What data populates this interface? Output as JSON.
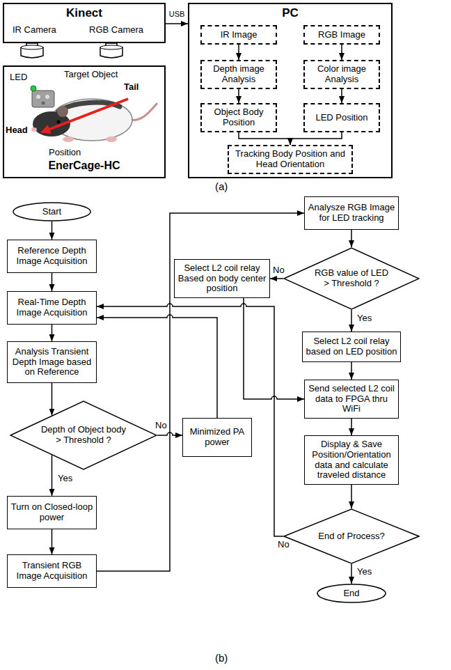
{
  "diagram": {
    "nodes": [
      {
        "text": [
          "Kinect",
          "IR Camera",
          "RGB Camera"
        ]
      },
      {
        "text": [
          "EnerCage-HC"
        ]
      },
      {
        "text": [
          "PC"
        ]
      },
      {
        "text": [
          "IR Image"
        ],
        "in": 2
      },
      {
        "text": [
          "RGB Image"
        ],
        "in": 2
      },
      {
        "text": [
          "Depth image Analysis"
        ],
        "in": 2
      },
      {
        "text": [
          "Color image Analysis"
        ],
        "in": 2
      },
      {
        "text": [
          "Object Body Position"
        ],
        "in": 2
      },
      {
        "text": [
          "LED Position"
        ],
        "in": 2
      },
      {
        "text": [
          "Tracking Body Position and Head Orientation"
        ],
        "in": 2
      },
      {
        "text": [
          "Start"
        ]
      },
      {
        "text": [
          "Reference Depth Image Acquisition"
        ]
      },
      {
        "text": [
          "Real-Time Depth Image Acquisition"
        ]
      },
      {
        "text": [
          "Analysis Transient Depth Image based on Reference"
        ]
      },
      {
        "text": [
          "Depth of Object body > Threshold ?"
        ]
      },
      {
        "text": [
          "Turn on Closed-loop power"
        ]
      },
      {
        "text": [
          "Transient RGB Image Acquisition"
        ]
      },
      {
        "text": [
          "Minimized PA power"
        ]
      },
      {
        "text": [
          "Analysze RGB Image for LED tracking"
        ]
      },
      {
        "text": [
          "RGB value of LED > Threshold ?"
        ]
      },
      {
        "text": [
          "Select L2 coil relay Based on body center position"
        ]
      },
      {
        "text": [
          "Select L2 coil relay based on LED position"
        ]
      },
      {
        "text": [
          "Send selected L2 coil data to FPGA thru WiFi"
        ]
      },
      {
        "text": [
          "Display & Save Position/Orientation data and calculate traveled distance"
        ]
      },
      {
        "text": [
          "End of Process?"
        ]
      },
      {
        "text": [
          "End"
        ]
      }
    ],
    "edges": [
      {
        "from": 0,
        "to": 2,
        "label": "USB",
        "arrow": "to"
      },
      {
        "from": 3,
        "to": 5,
        "arrow": "to"
      },
      {
        "from": 4,
        "to": 6,
        "arrow": "to"
      },
      {
        "from": 5,
        "to": 7,
        "arrow": "to"
      },
      {
        "from": 6,
        "to": 8,
        "arrow": "to"
      },
      {
        "from": 7,
        "to": 9,
        "arrow": "to"
      },
      {
        "from": 8,
        "to": 9,
        "arrow": "to"
      },
      {
        "from": 10,
        "to": 11,
        "arrow": "to"
      },
      {
        "from": 11,
        "to": 12,
        "arrow": "to"
      },
      {
        "from": 12,
        "to": 13,
        "arrow": "to"
      },
      {
        "from": 13,
        "to": 14,
        "arrow": "to"
      },
      {
        "from": 14,
        "to": 15,
        "label": "Yes",
        "arrow": "to"
      },
      {
        "from": 14,
        "to": 17,
        "label": "No",
        "arrow": "to"
      },
      {
        "from": 17,
        "to": 12,
        "arrow": "to"
      },
      {
        "from": 15,
        "to": 16,
        "arrow": "to"
      },
      {
        "from": 16,
        "to": 18,
        "arrow": "to"
      },
      {
        "from": 18,
        "to": 19,
        "arrow": "to"
      },
      {
        "from": 19,
        "to": 20,
        "label": "No",
        "arrow": "to"
      },
      {
        "from": 19,
        "to": 21,
        "label": "Yes",
        "arrow": "to"
      },
      {
        "from": 20,
        "to": 22,
        "arrow": "to"
      },
      {
        "from": 21,
        "to": 22,
        "arrow": "to"
      },
      {
        "from": 22,
        "to": 23,
        "arrow": "to"
      },
      {
        "from": 23,
        "to": 24,
        "arrow": "to"
      },
      {
        "from": 24,
        "to": 25,
        "label": "Yes",
        "arrow": "to"
      },
      {
        "from": 24,
        "to": 12,
        "label": "No",
        "arrow": "to"
      }
    ],
    "labels": [
      "LED",
      "Target Object",
      "Tail",
      "Head",
      "Position",
      "(a)",
      "(b)"
    ]
  }
}
